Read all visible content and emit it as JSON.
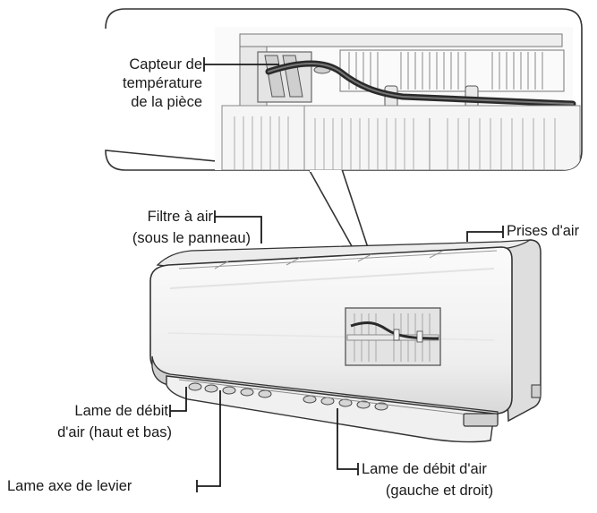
{
  "labels": {
    "room_sensor": [
      "Capteur de",
      "température",
      "de la pièce"
    ],
    "air_filter": [
      "Filtre à air",
      "(sous le panneau)"
    ],
    "air_intake": "Prises d'air",
    "vertical_blade": [
      "Lame de débit",
      "d'air (haut et bas)"
    ],
    "lever_axis_blade": "Lame axe de levier",
    "horizontal_blade": [
      "Lame de débit d'air",
      "(gauche et droit)"
    ]
  },
  "colors": {
    "line": "#1a1a1a",
    "unit_body": "#f4f4f4",
    "unit_shadow": "#d9d9d9",
    "inner_part": "#e6e6e6"
  }
}
